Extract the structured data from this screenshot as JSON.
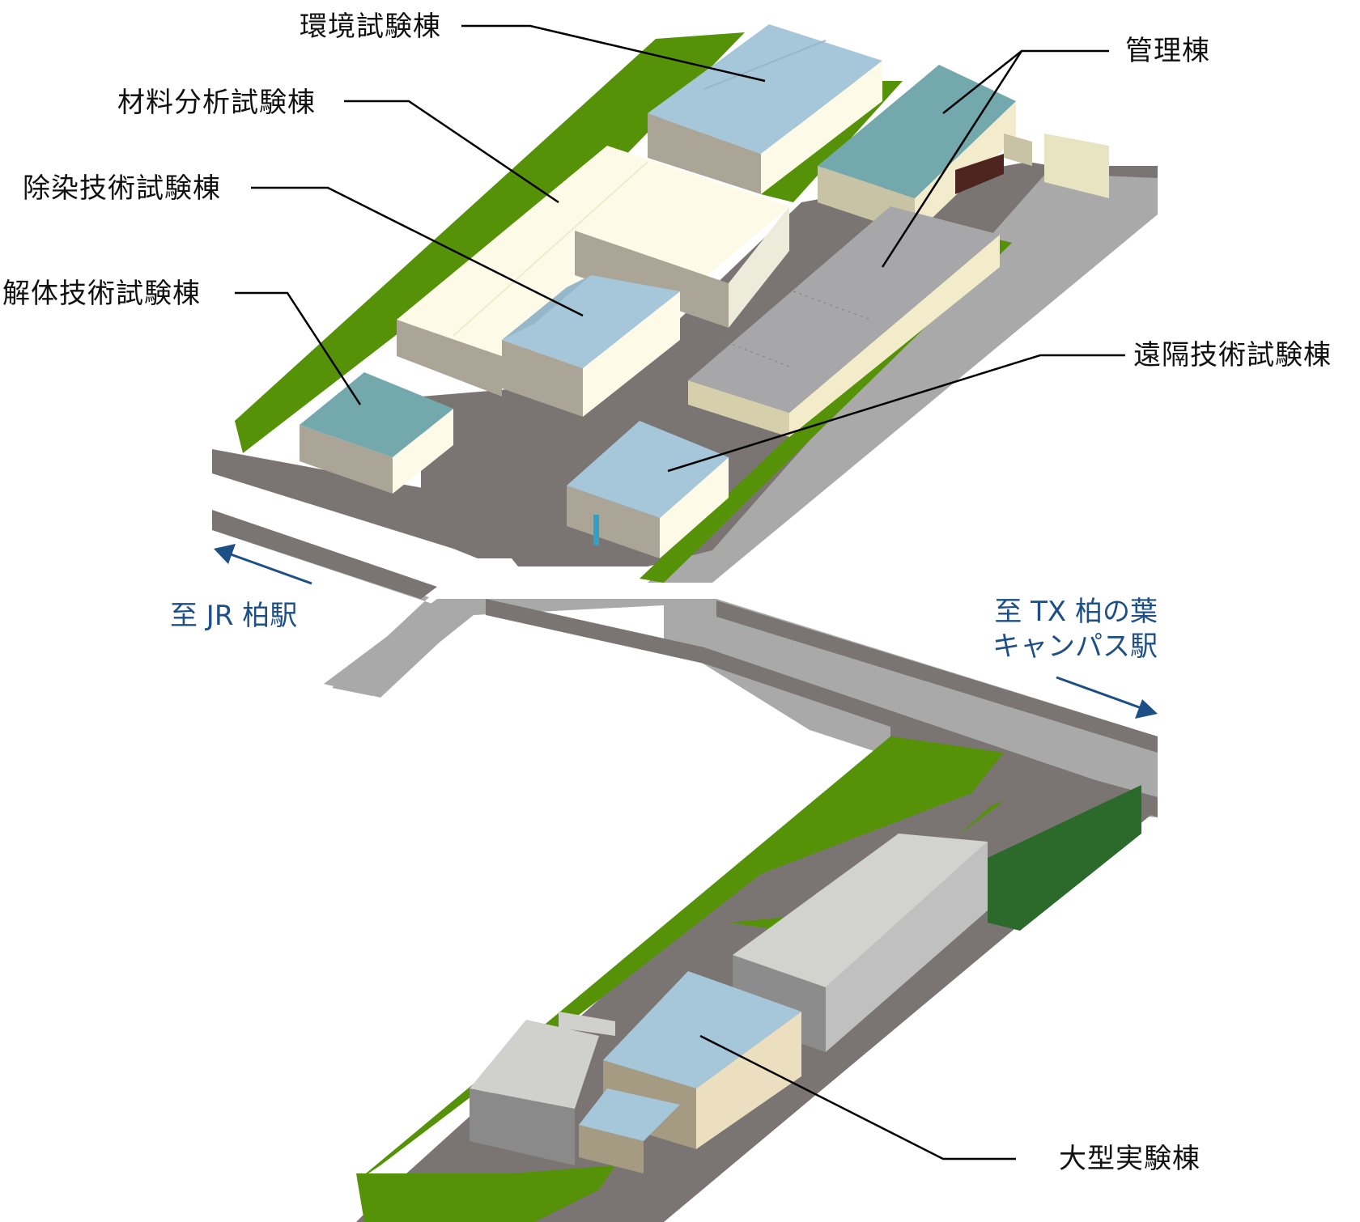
{
  "buildings": {
    "environment": {
      "label": "環境試験棟"
    },
    "materials": {
      "label": "材料分析試験棟"
    },
    "decontamination": {
      "label": "除染技術試験棟"
    },
    "dismantling": {
      "label": "解体技術試験棟"
    },
    "administration": {
      "label": "管理棟"
    },
    "remote": {
      "label": "遠隔技術試験棟"
    },
    "large_experiment": {
      "label": "大型実験棟"
    }
  },
  "directions": {
    "jr": {
      "label": "至 JR 柏駅",
      "arrow": "arrow-up-left"
    },
    "tx": {
      "line1": "至 TX 柏の葉",
      "line2": "キャンパス駅",
      "arrow": "arrow-down-right"
    }
  },
  "colors": {
    "road_light": "#a9a9a9",
    "road_dark": "#7a7572",
    "grass": "#559208",
    "roof_blue": "#a5c7d9",
    "roof_teal": "#73a8ac",
    "roof_gray": "#a7a7a9",
    "wall_cream": "#fdfbe8",
    "wall_shade": "#aaa597",
    "hedge": "#2b6a2a",
    "direction_text": "#1d4f86",
    "leader_line": "#000000"
  }
}
